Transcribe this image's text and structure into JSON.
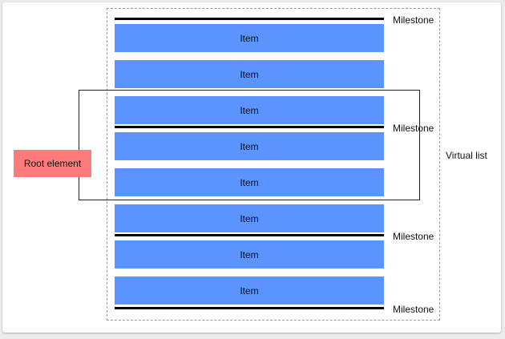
{
  "colors": {
    "item_fill": "#5b93ff",
    "root_fill": "#ff7b7b",
    "milestone_line": "#000000"
  },
  "diagram": {
    "items": [
      {
        "label": "Item"
      },
      {
        "label": "Item"
      },
      {
        "label": "Item"
      },
      {
        "label": "Item"
      },
      {
        "label": "Item"
      },
      {
        "label": "Item"
      },
      {
        "label": "Item"
      },
      {
        "label": "Item"
      }
    ],
    "milestones": [
      {
        "label": "Milestone"
      },
      {
        "label": "Milestone"
      },
      {
        "label": "Milestone"
      },
      {
        "label": "Milestone"
      }
    ],
    "root_element_label": "Root element",
    "virtual_list_label": "Virtual list"
  }
}
